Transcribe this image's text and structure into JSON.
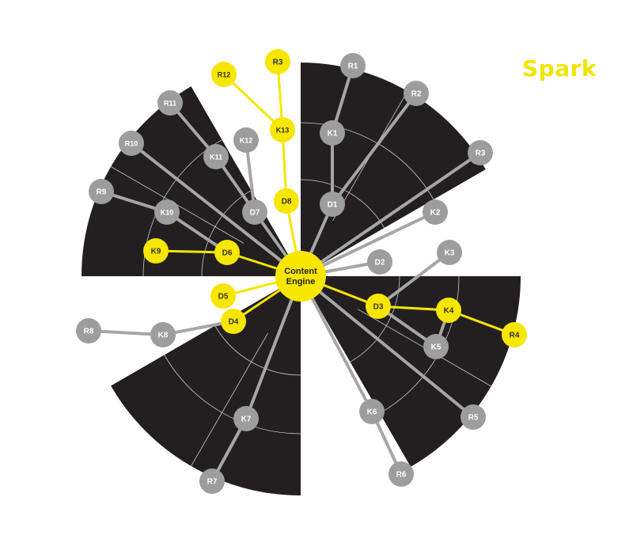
{
  "brand": "Spark",
  "colors": {
    "highlight": "#f7e600",
    "node_gray": "#9d9d9d",
    "link_gray": "#a6a6a6",
    "sector": "#231f20",
    "background": "#ffffff"
  },
  "center": {
    "label": "Content Engine",
    "label_lines": [
      "Content",
      "Engine"
    ]
  },
  "nodes": [
    {
      "id": "D1",
      "label": "D1",
      "highlight": false
    },
    {
      "id": "K1",
      "label": "K1",
      "highlight": false
    },
    {
      "id": "R1",
      "label": "R1",
      "highlight": false
    },
    {
      "id": "R2",
      "label": "R2",
      "highlight": false
    },
    {
      "id": "R3b",
      "label": "R3",
      "highlight": false
    },
    {
      "id": "K2",
      "label": "K2",
      "highlight": false
    },
    {
      "id": "D2",
      "label": "D2",
      "highlight": false
    },
    {
      "id": "K3",
      "label": "K3",
      "highlight": false
    },
    {
      "id": "D3",
      "label": "D3",
      "highlight": true
    },
    {
      "id": "K4",
      "label": "K4",
      "highlight": true
    },
    {
      "id": "R4",
      "label": "R4",
      "highlight": true
    },
    {
      "id": "K5",
      "label": "K5",
      "highlight": false
    },
    {
      "id": "R5",
      "label": "R5",
      "highlight": false
    },
    {
      "id": "K6",
      "label": "K6",
      "highlight": false
    },
    {
      "id": "R6",
      "label": "R6",
      "highlight": false
    },
    {
      "id": "K7",
      "label": "K7",
      "highlight": false
    },
    {
      "id": "R7",
      "label": "R7",
      "highlight": false
    },
    {
      "id": "D4",
      "label": "D4",
      "highlight": true
    },
    {
      "id": "K8",
      "label": "K8",
      "highlight": false
    },
    {
      "id": "R8",
      "label": "R8",
      "highlight": false
    },
    {
      "id": "D5",
      "label": "D5",
      "highlight": true
    },
    {
      "id": "D6",
      "label": "D6",
      "highlight": true
    },
    {
      "id": "K9",
      "label": "K9",
      "highlight": true
    },
    {
      "id": "K10",
      "label": "K10",
      "highlight": false
    },
    {
      "id": "R9",
      "label": "R9",
      "highlight": false
    },
    {
      "id": "R10",
      "label": "R10",
      "highlight": false
    },
    {
      "id": "D7",
      "label": "D7",
      "highlight": false
    },
    {
      "id": "K11",
      "label": "K11",
      "highlight": false
    },
    {
      "id": "R11",
      "label": "R11",
      "highlight": false
    },
    {
      "id": "K12",
      "label": "K12",
      "highlight": false
    },
    {
      "id": "D8",
      "label": "D8",
      "highlight": true
    },
    {
      "id": "K13",
      "label": "K13",
      "highlight": true
    },
    {
      "id": "R3a",
      "label": "R3",
      "highlight": true
    },
    {
      "id": "R12",
      "label": "R12",
      "highlight": true
    }
  ],
  "edges": [
    {
      "from": "CE",
      "to": "D1",
      "highlight": false
    },
    {
      "from": "D1",
      "to": "K1",
      "highlight": false
    },
    {
      "from": "K1",
      "to": "R1",
      "highlight": false
    },
    {
      "from": "D1",
      "to": "R2",
      "highlight": false
    },
    {
      "from": "CE",
      "to": "R3b",
      "highlight": false
    },
    {
      "from": "CE",
      "to": "K2",
      "highlight": false
    },
    {
      "from": "CE",
      "to": "D2",
      "highlight": false
    },
    {
      "from": "D3",
      "to": "K3",
      "highlight": false
    },
    {
      "from": "CE",
      "to": "D3",
      "highlight": true
    },
    {
      "from": "D3",
      "to": "K4",
      "highlight": true
    },
    {
      "from": "K4",
      "to": "R4",
      "highlight": true
    },
    {
      "from": "D3",
      "to": "K5",
      "highlight": false
    },
    {
      "from": "K4",
      "to": "K5",
      "highlight": false
    },
    {
      "from": "CE",
      "to": "R5",
      "highlight": false
    },
    {
      "from": "CE",
      "to": "K6",
      "highlight": false
    },
    {
      "from": "K6",
      "to": "R6",
      "highlight": false
    },
    {
      "from": "CE",
      "to": "K7",
      "highlight": false
    },
    {
      "from": "K7",
      "to": "R7",
      "highlight": false
    },
    {
      "from": "CE",
      "to": "D4",
      "highlight": true
    },
    {
      "from": "D4",
      "to": "K8",
      "highlight": false
    },
    {
      "from": "K8",
      "to": "R8",
      "highlight": false
    },
    {
      "from": "CE",
      "to": "D5",
      "highlight": true
    },
    {
      "from": "CE",
      "to": "D6",
      "highlight": true
    },
    {
      "from": "D6",
      "to": "K9",
      "highlight": true
    },
    {
      "from": "D6",
      "to": "K10",
      "highlight": false
    },
    {
      "from": "K10",
      "to": "R9",
      "highlight": false
    },
    {
      "from": "CE",
      "to": "R10",
      "highlight": false
    },
    {
      "from": "CE",
      "to": "D7",
      "highlight": false
    },
    {
      "from": "D7",
      "to": "K11",
      "highlight": false
    },
    {
      "from": "K11",
      "to": "R11",
      "highlight": false
    },
    {
      "from": "D7",
      "to": "K12",
      "highlight": false
    },
    {
      "from": "CE",
      "to": "D8",
      "highlight": true
    },
    {
      "from": "D8",
      "to": "K13",
      "highlight": true
    },
    {
      "from": "K13",
      "to": "R3a",
      "highlight": true
    },
    {
      "from": "K13",
      "to": "R12",
      "highlight": true
    }
  ]
}
